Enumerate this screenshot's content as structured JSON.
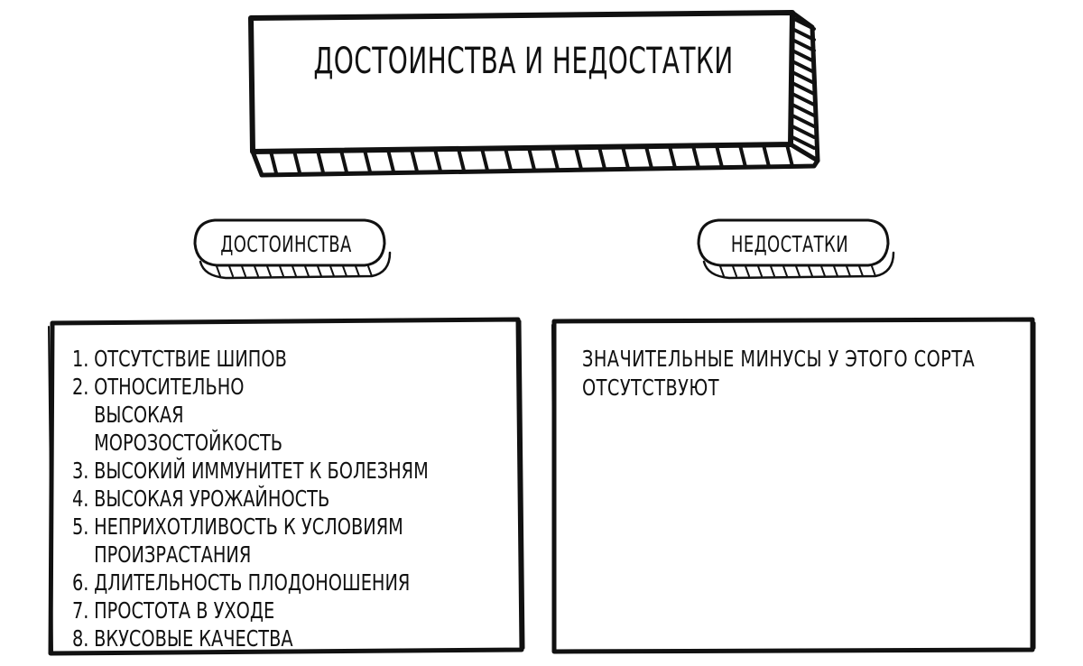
{
  "title": "Достоинства и недостатки",
  "pros": {
    "label": "Достоинства",
    "items": [
      {
        "num": "1.",
        "text": "Отсутствие шипов"
      },
      {
        "num": "2.",
        "text": "Относительно высокая морозостойкость"
      },
      {
        "num": "3.",
        "text": "Высокий иммунитет к болезням"
      },
      {
        "num": "4.",
        "text": "Высокая урожайность"
      },
      {
        "num": "5.",
        "text": "Неприхотливость к условиям произрастания"
      },
      {
        "num": "6.",
        "text": "Длительность плодоношения"
      },
      {
        "num": "7.",
        "text": "Простота в уходе"
      },
      {
        "num": "8.",
        "text": "Вкусовые качества"
      }
    ]
  },
  "cons": {
    "label": "Недостатки",
    "text": "Значительные минусы у этого сорта отсутствуют"
  }
}
